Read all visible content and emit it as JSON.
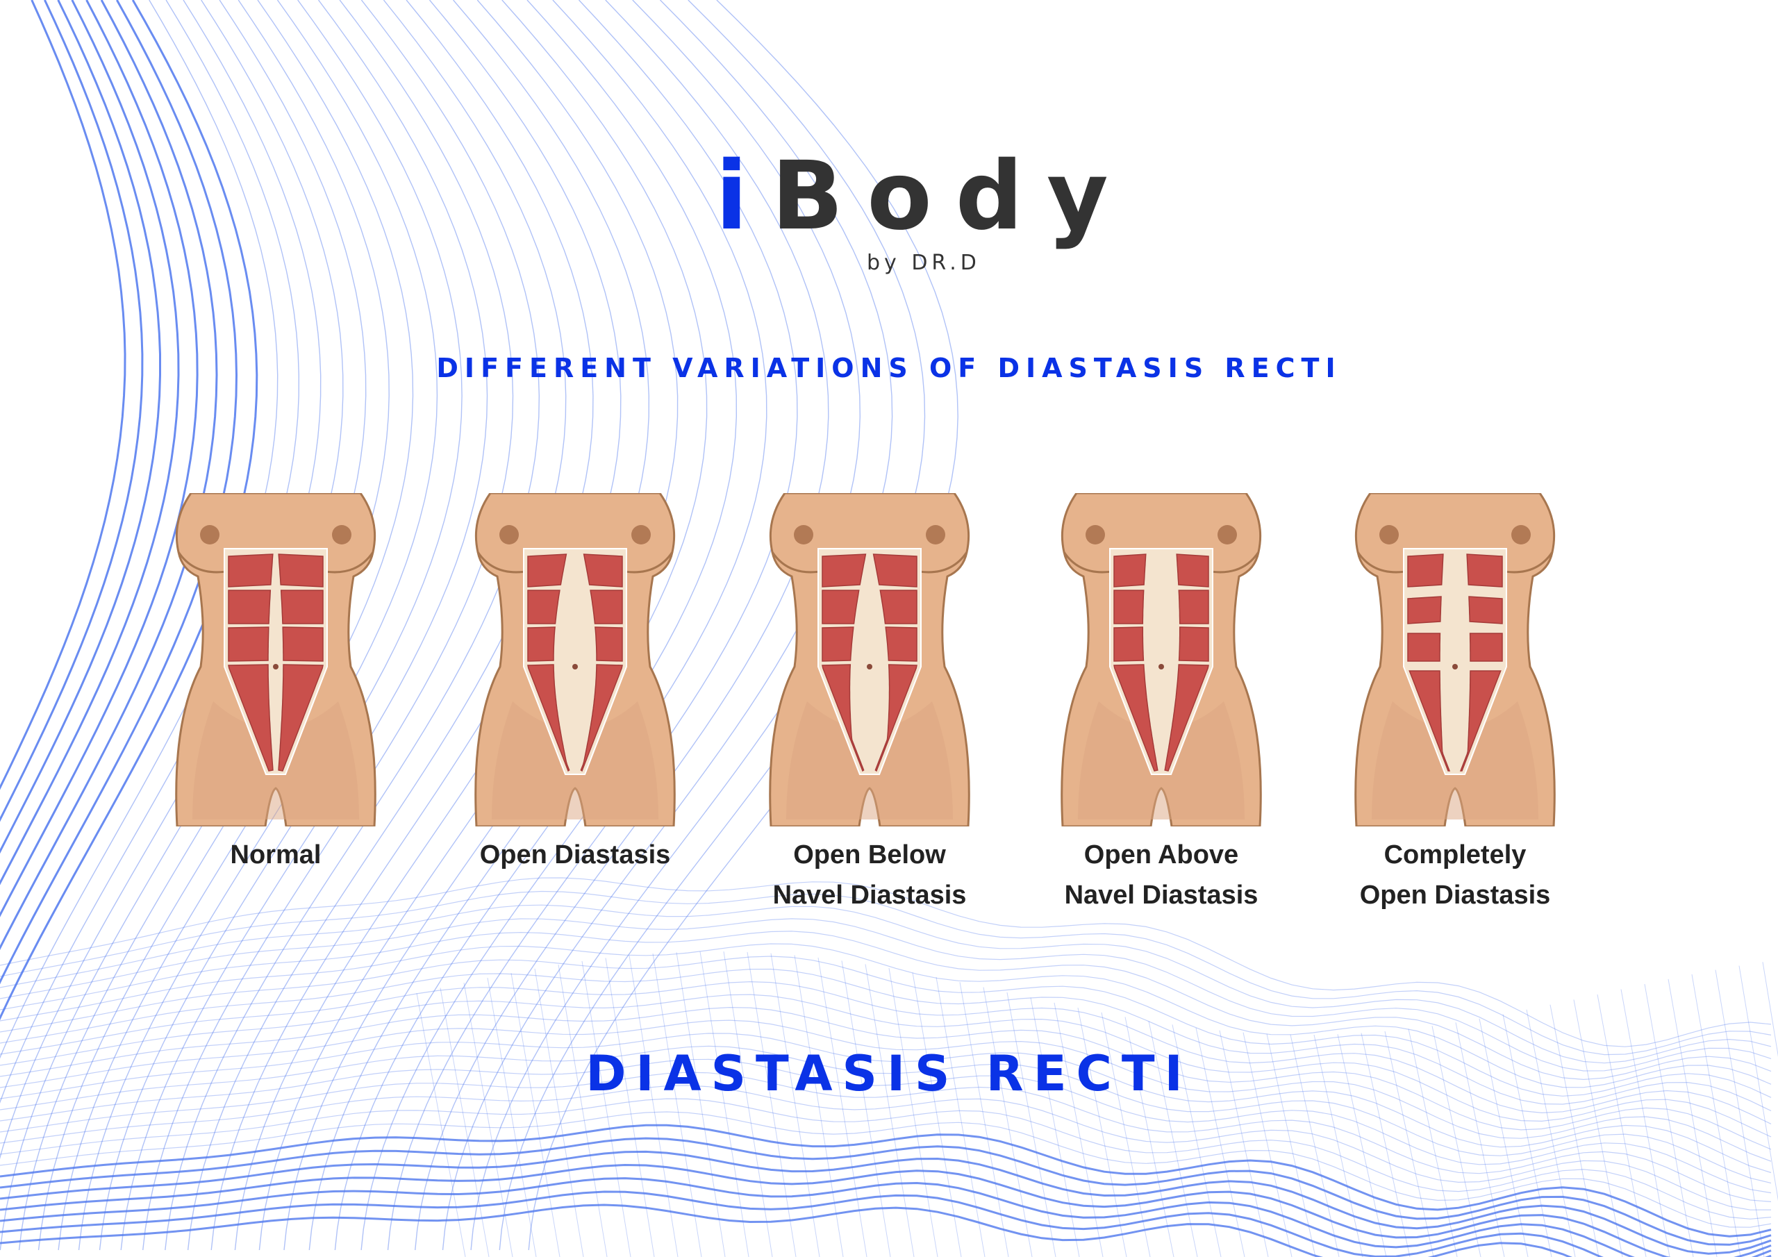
{
  "logo": {
    "brand_i": "i",
    "brand_rest": "Body",
    "byline": "by DR.D"
  },
  "subtitle": "DIFFERENT VARIATIONS OF DIASTASIS RECTI",
  "figures": [
    {
      "line1": "Normal",
      "line2": "",
      "variant": "normal"
    },
    {
      "line1": "Open Diastasis",
      "line2": "",
      "variant": "open"
    },
    {
      "line1": "Open Below",
      "line2": "Navel Diastasis",
      "variant": "open-below"
    },
    {
      "line1": "Open Above",
      "line2": "Navel Diastasis",
      "variant": "open-above"
    },
    {
      "line1": "Completely",
      "line2": "Open Diastasis",
      "variant": "completely-open"
    }
  ],
  "title": "DIASTASIS RECTI",
  "colors": {
    "brand_blue": "#0a32e6",
    "text_dark": "#333333",
    "skin": "#e8b892",
    "muscle": "#c9504c",
    "wave": "#4f78ee"
  }
}
